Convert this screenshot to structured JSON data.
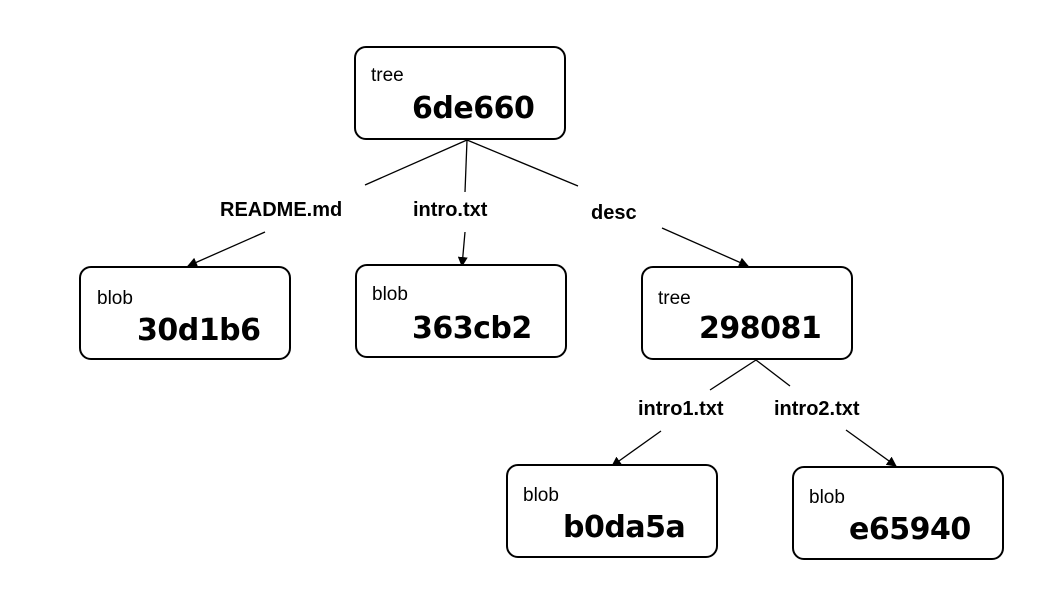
{
  "nodes": {
    "root": {
      "kind": "tree",
      "hash": "6de660"
    },
    "readme": {
      "kind": "blob",
      "hash": "30d1b6"
    },
    "intro": {
      "kind": "blob",
      "hash": "363cb2"
    },
    "desc": {
      "kind": "tree",
      "hash": "298081"
    },
    "intro1": {
      "kind": "blob",
      "hash": "b0da5a"
    },
    "intro2": {
      "kind": "blob",
      "hash": "e65940"
    }
  },
  "edges": {
    "root_readme": "README.md",
    "root_intro": "intro.txt",
    "root_desc": "desc",
    "desc_intro1": "intro1.txt",
    "desc_intro2": "intro2.txt"
  },
  "colors": {
    "stroke": "#000000",
    "background": "#ffffff"
  }
}
